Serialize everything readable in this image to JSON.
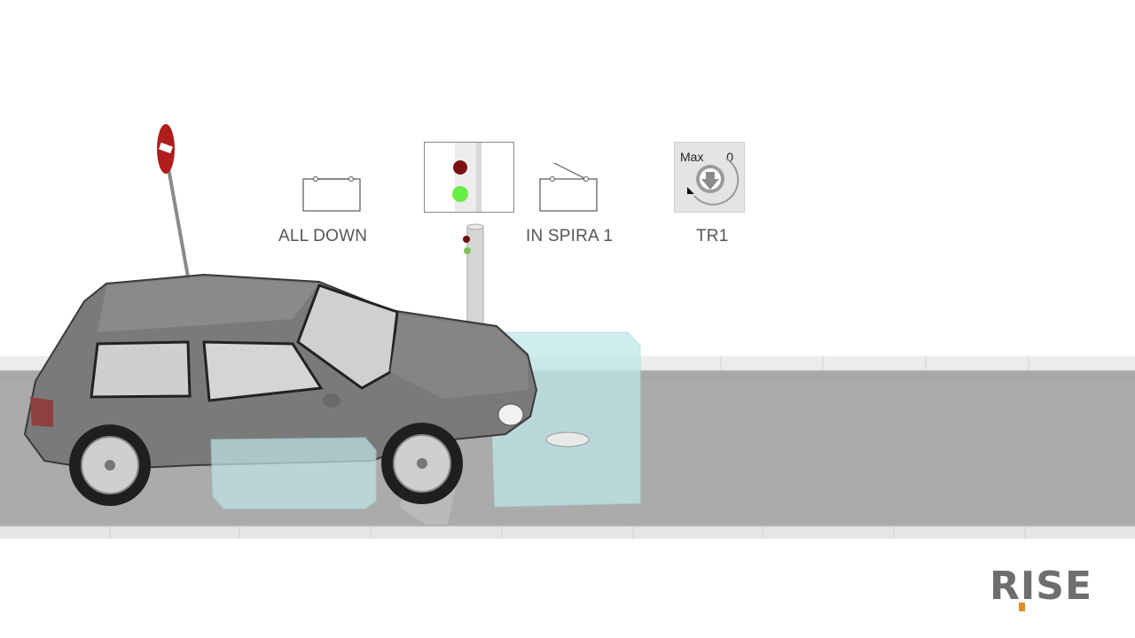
{
  "controls": {
    "all_down": {
      "label": "ALL DOWN",
      "icon": "switch-closed-icon"
    },
    "traffic_light": {
      "icon": "traffic-light-icon",
      "active": "green"
    },
    "in_spira_1": {
      "label": "IN SPIRA 1",
      "icon": "switch-open-icon"
    },
    "timer": {
      "max_label": "Max",
      "value": "0",
      "label": "TR1",
      "icon": "timer-dial-icon"
    }
  },
  "brand": {
    "logo": "RISE",
    "accent_color": "#e08a2a"
  },
  "colors": {
    "road": "#a9a9a9",
    "curb": "#e9e9e9",
    "car_body": "#7d7d7d",
    "loop_glass": "#bfe7ea",
    "light_red": "#7a1010",
    "light_green": "#66ee44"
  }
}
